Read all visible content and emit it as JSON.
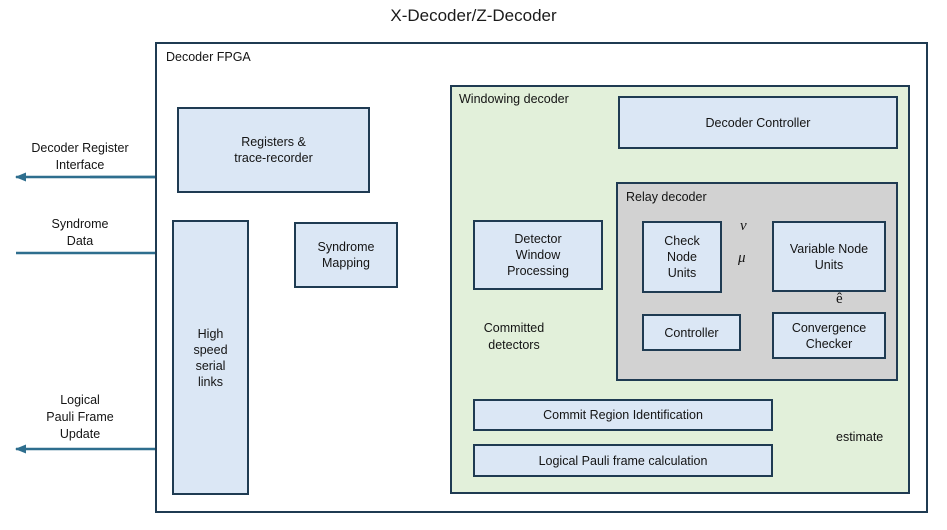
{
  "figure": {
    "title": "X-Decoder/Z-Decoder",
    "type": "block-diagram"
  },
  "colors": {
    "block_fill": "#dbe7f5",
    "block_border": "#1f3b52",
    "windowing_fill": "#e2f0da",
    "relay_fill": "#d2d2d2",
    "external_arrow": "#2e6e8e",
    "internal_arrow": "#141414",
    "page_background": "#ffffff"
  },
  "containers": {
    "fpga": {
      "label": "Decoder FPGA"
    },
    "windowing": {
      "label": "Windowing decoder"
    },
    "relay": {
      "label": "Relay decoder"
    }
  },
  "blocks": [
    {
      "id": "registers",
      "label": "Registers &\ntrace-recorder"
    },
    {
      "id": "serial-links",
      "label": "High\nspeed\nserial\nlinks"
    },
    {
      "id": "syndrome-mapping",
      "label": "Syndrome\nMapping"
    },
    {
      "id": "detector-window",
      "label": "Detector\nWindow\nProcessing"
    },
    {
      "id": "decoder-controller",
      "label": "Decoder Controller"
    },
    {
      "id": "check-node-units",
      "label": "Check\nNode\nUnits"
    },
    {
      "id": "variable-node-units",
      "label": "Variable Node\nUnits"
    },
    {
      "id": "relay-controller",
      "label": "Controller"
    },
    {
      "id": "convergence-checker",
      "label": "Convergence\nChecker"
    },
    {
      "id": "commit-region",
      "label": "Commit Region Identification"
    },
    {
      "id": "logical-pauli",
      "label": "Logical Pauli frame calculation"
    }
  ],
  "external_labels": [
    {
      "id": "decoder-register-interface",
      "label": "Decoder Register\nInterface"
    },
    {
      "id": "syndrome-data",
      "label": "Syndrome\nData"
    },
    {
      "id": "logical-pauli-frame-update",
      "label": "Logical\nPauli Frame\nUpdate"
    }
  ],
  "edge_labels": [
    {
      "id": "committed-detectors",
      "label": "Committed\ndetectors"
    },
    {
      "id": "estimate",
      "label": "estimate"
    },
    {
      "id": "nu",
      "label": "ν"
    },
    {
      "id": "mu",
      "label": "μ"
    },
    {
      "id": "e-hat",
      "label": "ê"
    }
  ]
}
